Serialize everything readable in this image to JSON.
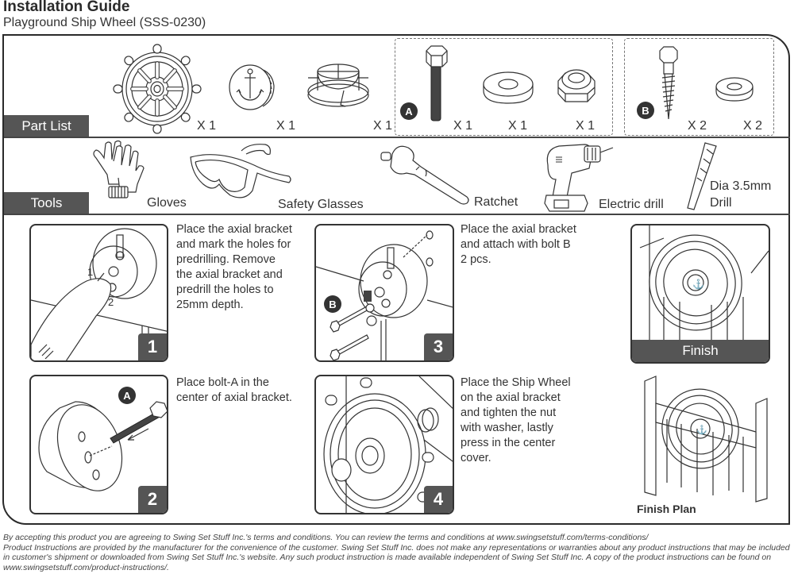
{
  "header": {
    "title": "Installation Guide",
    "subtitle": "Playground Ship Wheel (SSS-0230)"
  },
  "part_list": {
    "label": "Part List",
    "items": [
      {
        "icon": "ship-wheel",
        "qty": "X 1"
      },
      {
        "icon": "anchor-center-cover",
        "qty": "X 1"
      },
      {
        "icon": "axial-bracket",
        "qty": "X 1"
      }
    ],
    "group_a": {
      "badge": "A",
      "items": [
        {
          "icon": "hex-bolt",
          "qty": "X 1"
        },
        {
          "icon": "washer",
          "qty": "X 1"
        },
        {
          "icon": "lock-nut",
          "qty": "X 1"
        }
      ]
    },
    "group_b": {
      "badge": "B",
      "items": [
        {
          "icon": "lag-screw",
          "qty": "X 2"
        },
        {
          "icon": "washer",
          "qty": "X 2"
        }
      ]
    }
  },
  "tools": {
    "label": "Tools",
    "items": [
      {
        "icon": "gloves",
        "label": "Gloves"
      },
      {
        "icon": "safety-glasses",
        "label": "Safety Glasses"
      },
      {
        "icon": "ratchet",
        "label": "Ratchet"
      },
      {
        "icon": "electric-drill",
        "label": "Electric drill"
      },
      {
        "icon": "drill-bit",
        "label_line1": "Dia 3.5mm",
        "label_line2": "Drill"
      }
    ]
  },
  "steps": [
    {
      "number": "1",
      "text": "Place the axial bracket\nand mark the holes for\npredrilling. Remove\nthe axial bracket and\npredrill the holes to\n25mm depth.",
      "callouts": [
        "1",
        "2"
      ]
    },
    {
      "number": "2",
      "text": "Place bolt-A in the\ncenter of axial bracket.",
      "badge": "A"
    },
    {
      "number": "3",
      "text": "Place the axial bracket\nand attach with bolt B\n2 pcs.",
      "badge": "B"
    },
    {
      "number": "4",
      "text": "Place the Ship Wheel\non the axial bracket\nand tighten the nut\nwith washer, lastly\npress in the center\ncover."
    }
  ],
  "finish": {
    "label": "Finish",
    "plan_label": "Finish Plan"
  },
  "footer": {
    "line1": "By accepting this product you are agreeing to Swing Set Stuff Inc.'s terms and conditions. You can review the terms and conditions at www.swingsetstuff.com/terms-conditions/",
    "line2": "Product Instructions are provided by the manufacturer for the convenience of the customer. Swing Set Stuff Inc. does not make any representations or warranties about any product instructions that may be included",
    "line3": "in customer's shipment or downloaded from Swing Set Stuff Inc.'s website. Any such product instruction is made available independent of Swing Set Stuff Inc.  A copy of the product instructions can be found on",
    "line4": "www.swingsetstuff.com/product-instructions/."
  }
}
